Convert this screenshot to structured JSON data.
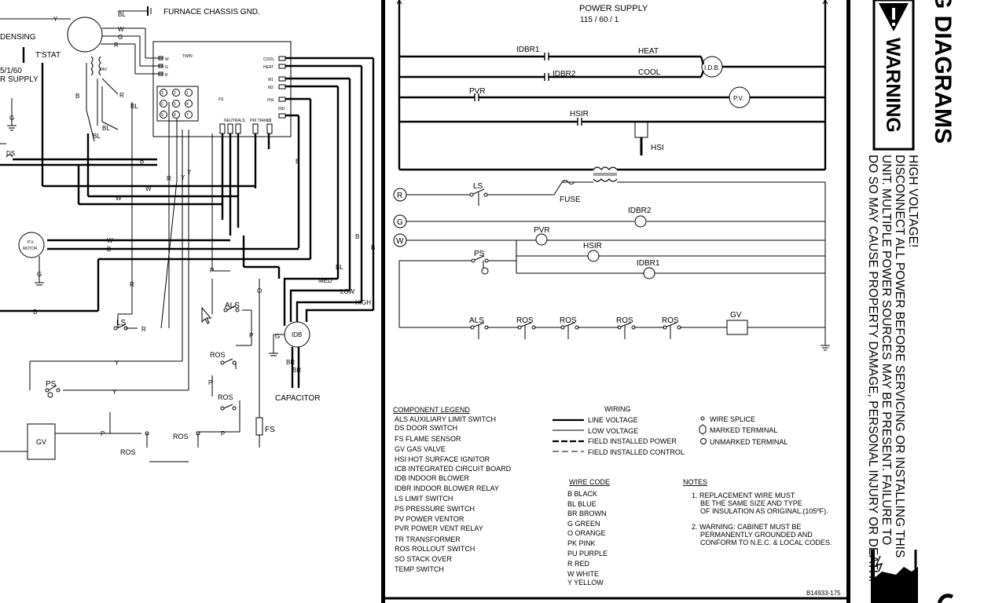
{
  "left_schematic": {
    "chassis_ground": "FURNACE CHASSIS GND.",
    "condensing_label": "DENSING",
    "tstat_label": "T'STAT",
    "supply_line1": "5/1/60",
    "supply_line2": "R SUPPLY",
    "twin_label": "TWIN",
    "board_terminals": [
      "W",
      "G",
      "R",
      "COOL",
      "HEAT",
      "M1",
      "M2",
      "HSI",
      "IND",
      "NEUTRALS",
      "PRI TRANS",
      "L2",
      "FS",
      "24V"
    ],
    "pin_numbers": [
      "3",
      "2",
      "1",
      "6",
      "5",
      "4",
      "9",
      "8",
      "7"
    ],
    "wire_letters": [
      "BL",
      "Y",
      "W",
      "G",
      "R",
      "B",
      "R",
      "BL",
      "BL",
      "BL",
      "B",
      "W",
      "R",
      "Y",
      "Y",
      "W",
      "W",
      "B",
      "B",
      "R",
      "B",
      "P",
      "O",
      "P",
      "P",
      "P",
      "Y",
      "Y",
      "P",
      "R",
      "B",
      "BL",
      "B",
      "G",
      "BR",
      "BR"
    ],
    "pv_motor_line1": "P.V.",
    "pv_motor_line2": "MOTOR",
    "ds_label": "DS",
    "ground_label": "G",
    "speed_med": "MED",
    "speed_low": "LOW",
    "speed_high": "HIGH",
    "als_label": "ALS",
    "ls_label": "LS",
    "ps_label": "PS",
    "ros_label": "ROS",
    "gv_label": "GV",
    "fs_label": "FS",
    "idb_label": "IDB",
    "capacitor_label": "CAPACITOR"
  },
  "ladder": {
    "power_supply": "POWER SUPPLY",
    "power_spec": "115 / 60 / 1",
    "idbr1": "IDBR1",
    "idbr2": "IDBR2",
    "heat": "HEAT",
    "cool": "COOL",
    "idb": "I.D.B.",
    "pvr": "PVR",
    "pv": "P.V.",
    "hsir": "HSIR",
    "hsi": "HSI",
    "r": "R",
    "g": "G",
    "w": "W",
    "ls": "LS",
    "fuse": "FUSE",
    "ps": "PS",
    "als": "ALS",
    "ros": "ROS",
    "gv": "GV"
  },
  "legend": {
    "title": "COMPONENT LEGEND",
    "items": [
      "ALS  AUXILIARY LIMIT SWITCH",
      "DS  DOOR SWITCH",
      "FS  FLAME SENSOR",
      "GV  GAS VALVE",
      "HSI  HOT SURFACE IGNITOR",
      "ICB  INTEGRATED CIRCUIT BOARD",
      "IDB  INDOOR BLOWER",
      "IDBR   INDOOR BLOWER RELAY",
      "LS   LIMIT SWITCH",
      "PS   PRESSURE SWITCH",
      "PV   POWER VENTOR",
      "PVR   POWER VENT RELAY",
      "TR  TRANSFORMER",
      "ROS  ROLLOUT SWITCH",
      "SO   STACK OVER",
      "TEMP SWITCH"
    ]
  },
  "wiring": {
    "title": "WIRING",
    "items": [
      "LINE VOLTAGE",
      "LOW VOLTAGE",
      "FIELD INSTALLED POWER",
      "FIELD INSTALLED CONTROL"
    ],
    "symbols": [
      "WIRE SPLICE",
      "MARKED TERMINAL",
      "UNMARKED TERMINAL"
    ]
  },
  "wire_code": {
    "title": "WIRE CODE",
    "items": [
      "B   BLACK",
      "BL   BLUE",
      "BR   BROWN",
      "G   GREEN",
      "O   ORANGE",
      "PK   PINK",
      "PU   PURPLE",
      "R   RED",
      "W   WHITE",
      "Y   YELLOW"
    ]
  },
  "notes": {
    "title": "NOTES",
    "items": [
      [
        "1. REPLACEMENT WIRE MUST",
        "BE THE SAME SIZE AND TYPE",
        "OF INSULATION AS ORIGINAL.(105ºF)."
      ],
      [
        "2. WARNING:  CABINET MUST BE",
        "PERMANENTLY GROUNDED AND",
        "CONFORM TO N.E.C. & LOCAL CODES."
      ]
    ]
  },
  "drawing_number": "B14933-175",
  "side_panel": {
    "heading": "G DIAGRAMS",
    "warning": "WARNING",
    "lines": [
      "HIGH VOLTAGE!",
      "DISCONNECT ALL POWER BEFORE SERVICING OR INSTALLING THIS",
      "UNIT.  MULTIPLE POWER SOURCES MAY BE PRESENT.  FAILURE TO",
      "DO SO MAY CAUSE PROPERTY DAMAGE, PERSONAL INJURY OR DEATH."
    ],
    "warning_icon": "hazard-triangle-icon",
    "shock_icon": "electric-shock-hand-icon"
  }
}
